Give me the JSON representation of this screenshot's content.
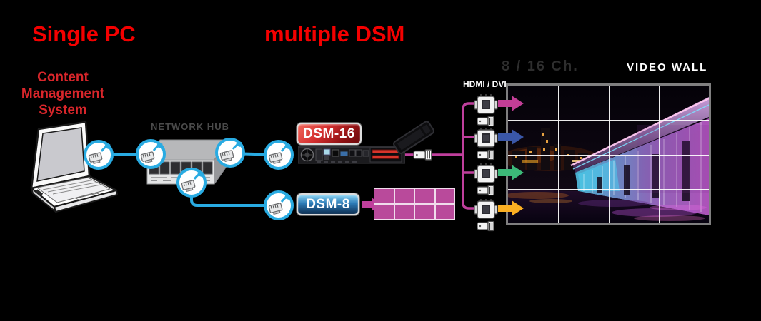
{
  "header": {
    "title_left": "Single PC",
    "title_right": "multiple DSM"
  },
  "cms": {
    "line1": "Content",
    "line2": "Management",
    "line3": "System"
  },
  "network": {
    "hub_label": "NETWORK HUB"
  },
  "dsm16": {
    "label": "DSM-16"
  },
  "dsm8": {
    "label": "DSM-8",
    "grid": {
      "cols": 4,
      "rows": 2,
      "cell_color": "#b94a9b"
    }
  },
  "outputs": {
    "connector_label": "HDMI / DVI",
    "channels_label": "8 / 16 Ch.",
    "channels": [
      {
        "name": "channel-1",
        "color": "#c23e96"
      },
      {
        "name": "channel-2",
        "color": "#3a57a8"
      },
      {
        "name": "channel-3",
        "color": "#3cb878"
      },
      {
        "name": "channel-4",
        "color": "#fbaf22"
      }
    ]
  },
  "video_wall": {
    "label": "VIDEO WALL",
    "grid": {
      "cols": 4,
      "rows": 4
    }
  },
  "icons": {
    "laptop": "laptop-icon",
    "network_hub": "network-hub-icon",
    "rj45": "rj45-connector-icon",
    "server": "rack-server-icon",
    "dvi_front": "dvi-connector-front-icon",
    "dvi_side": "dvi-connector-side-icon",
    "dvi_black": "dvi-plug-outline-icon"
  },
  "colors": {
    "accent_red": "#f40000",
    "cms_red": "#d9262b",
    "ethernet_blue": "#29abe2",
    "video_magenta": "#bf3f9c",
    "hub_text_gray": "#4a4a4a"
  }
}
